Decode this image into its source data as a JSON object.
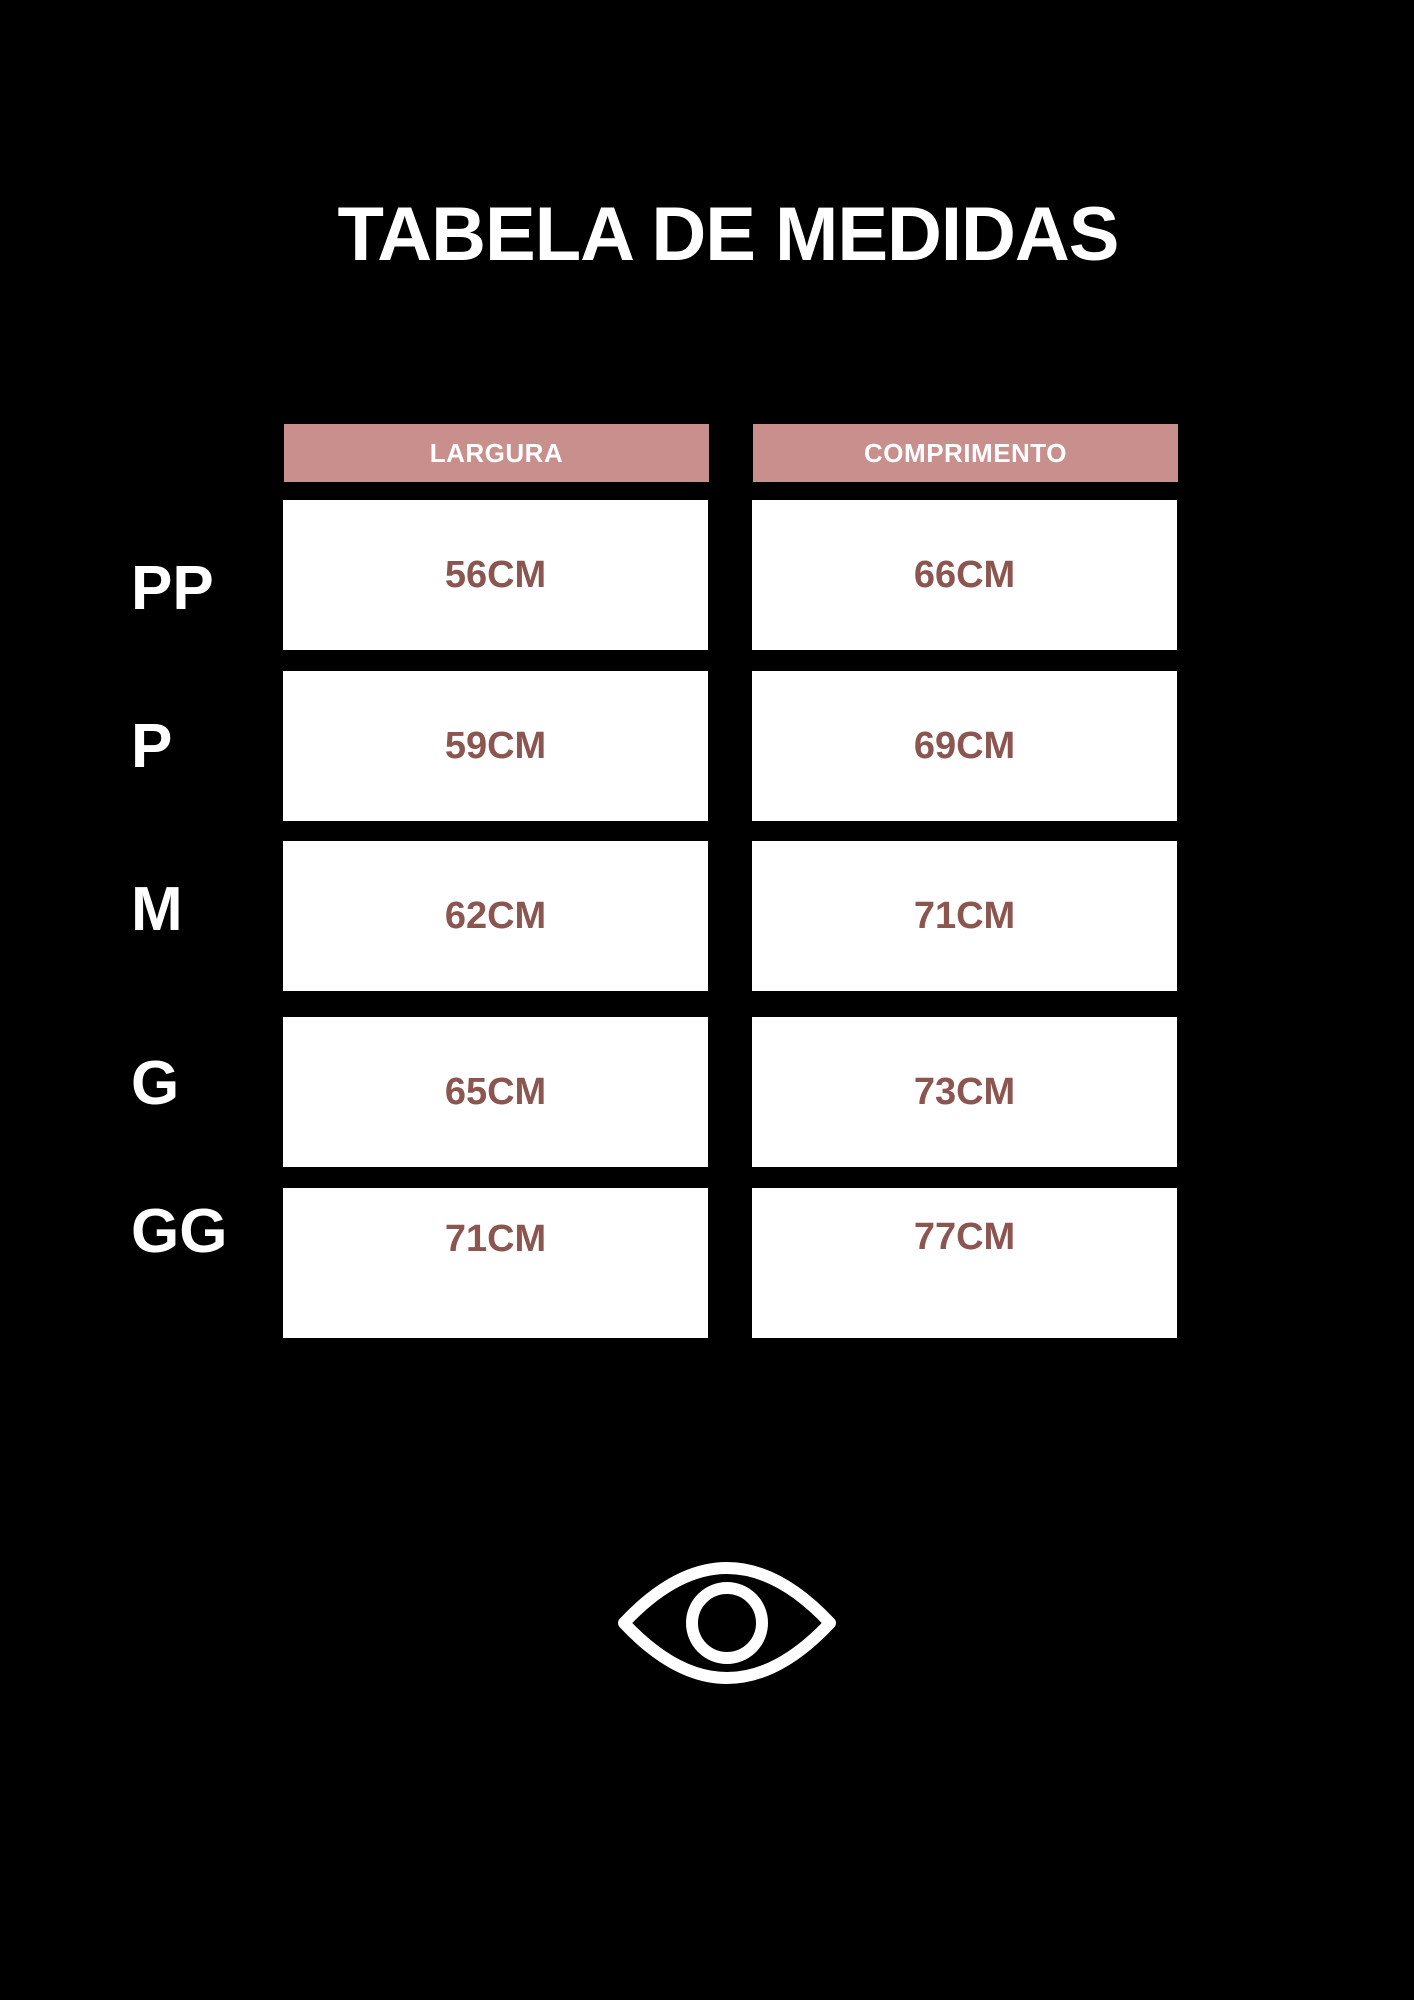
{
  "title": "TABELA DE MEDIDAS",
  "columns": {
    "width_label": "LARGURA",
    "length_label": "COMPRIMENTO"
  },
  "rows": [
    {
      "size": "PP",
      "width": "56CM",
      "length": "66CM"
    },
    {
      "size": "P",
      "width": "59CM",
      "length": "69CM"
    },
    {
      "size": "M",
      "width": "62CM",
      "length": "71CM"
    },
    {
      "size": "G",
      "width": "65CM",
      "length": "73CM"
    },
    {
      "size": "GG",
      "width": "71CM",
      "length": "77CM"
    }
  ],
  "icons": {
    "footer": "eye-icon"
  },
  "colors": {
    "background": "#000000",
    "header_fill": "#c98f8d",
    "value_text": "#8b5550",
    "cell_fill": "#ffffff"
  }
}
